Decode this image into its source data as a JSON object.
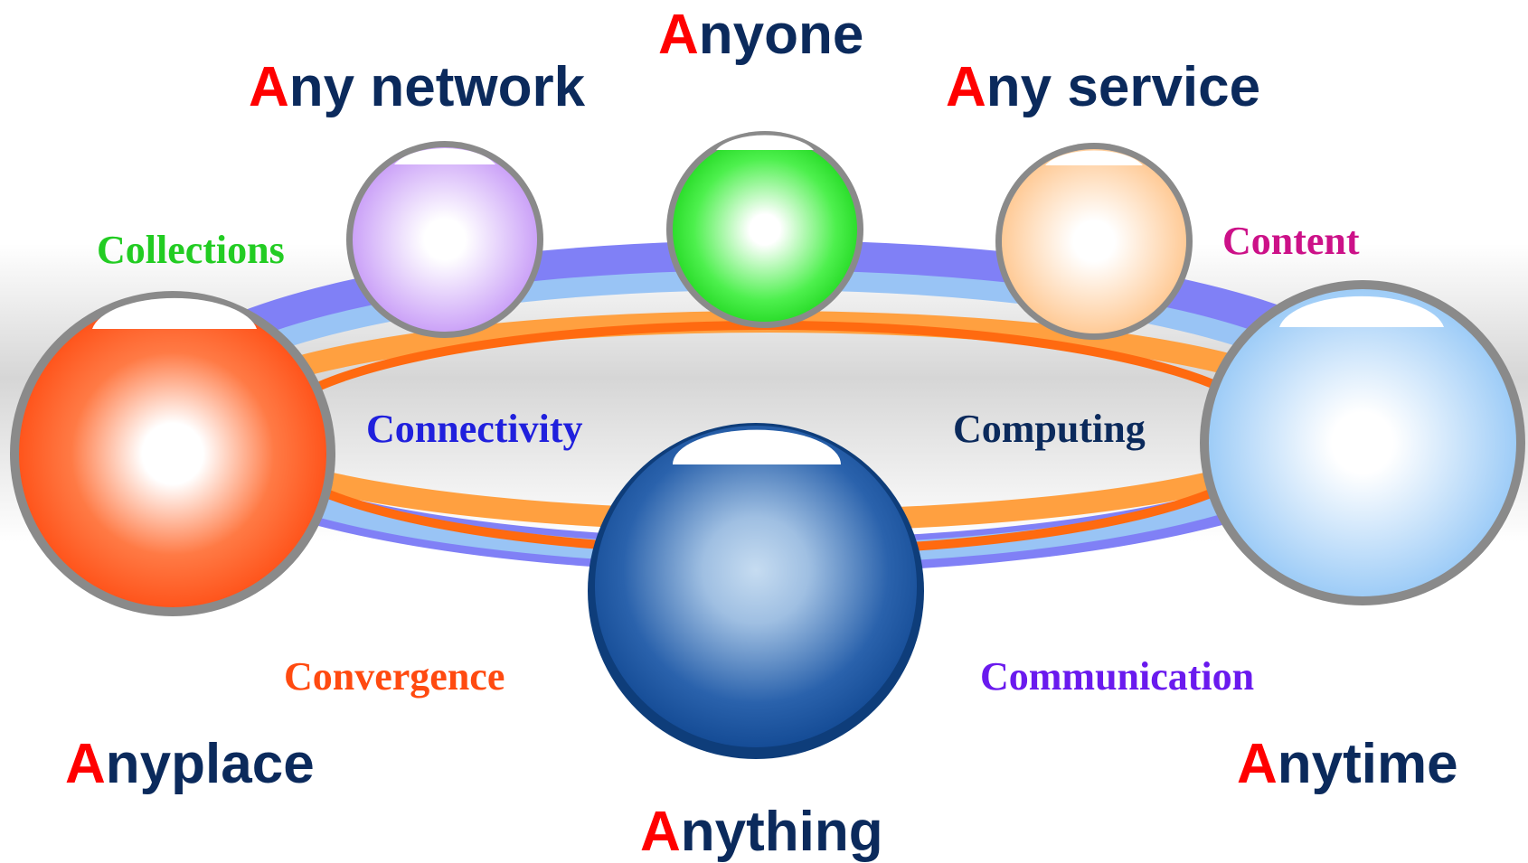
{
  "outer_terms": {
    "anyone": {
      "initial": "A",
      "rest": "nyone"
    },
    "any_network": {
      "initial": "A",
      "rest": "ny network"
    },
    "any_service": {
      "initial": "A",
      "rest": "ny service"
    },
    "anyplace": {
      "initial": "A",
      "rest": "nyplace"
    },
    "anytime": {
      "initial": "A",
      "rest": "nytime"
    },
    "anything": {
      "initial": "A",
      "rest": "nything"
    }
  },
  "inner_terms": {
    "collections": {
      "text": "Collections",
      "color": "#22cc22"
    },
    "content": {
      "text": "Content",
      "color": "#cc1188"
    },
    "connectivity": {
      "text": "Connectivity",
      "color": "#2020dd"
    },
    "computing": {
      "text": "Computing",
      "color": "#0b2a5c"
    },
    "convergence": {
      "text": "Convergence",
      "color": "#ff4a10"
    },
    "communication": {
      "text": "Communication",
      "color": "#6a1aee"
    }
  },
  "colors": {
    "initial_letter": "#ff0000",
    "term_text": "#0b2a5c",
    "ring_light_blue": "#99c4f5",
    "ring_orange": "#ff6a10",
    "ring_light_orange": "#ffa040",
    "ring_purple_blue": "#8080f6",
    "sphere_red": "#ff4a10",
    "sphere_violet": "#c597f7",
    "sphere_green": "#2fe02f",
    "sphere_peach": "#ffc48a",
    "sphere_light_blue": "#92c6f6",
    "sphere_dark_blue": "#15509b"
  }
}
